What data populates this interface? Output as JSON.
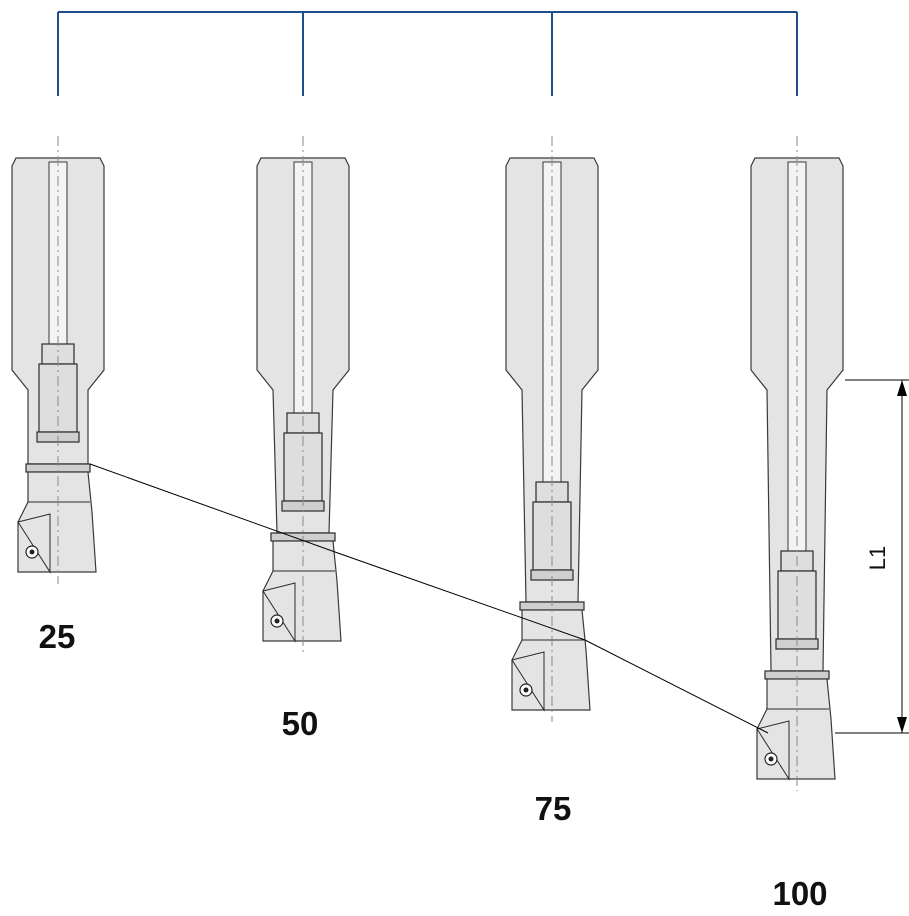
{
  "colors": {
    "bracket": "#1f4e8c",
    "outline": "#3a3a3a",
    "fill": "#e4e4e4",
    "line": "#000000"
  },
  "tools": [
    {
      "label": "25",
      "offset": 25
    },
    {
      "label": "50",
      "offset": 50
    },
    {
      "label": "75",
      "offset": 75
    },
    {
      "label": "100",
      "offset": 100
    }
  ],
  "dimension": {
    "label": "L1"
  }
}
